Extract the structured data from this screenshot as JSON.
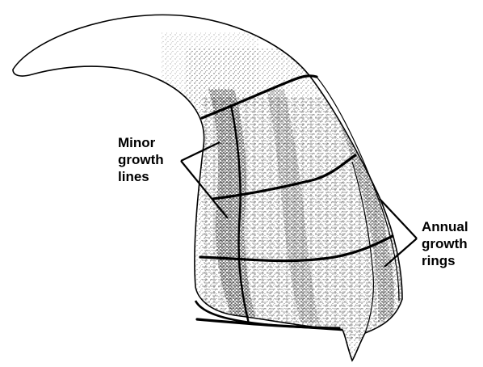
{
  "labels": {
    "minor": [
      "Minor",
      "growth",
      "lines"
    ],
    "annual": [
      "Annual",
      "growth",
      "rings"
    ]
  },
  "colors": {
    "ink": "#000000",
    "stipple": "#1a1a1a",
    "paper": "#ffffff"
  }
}
